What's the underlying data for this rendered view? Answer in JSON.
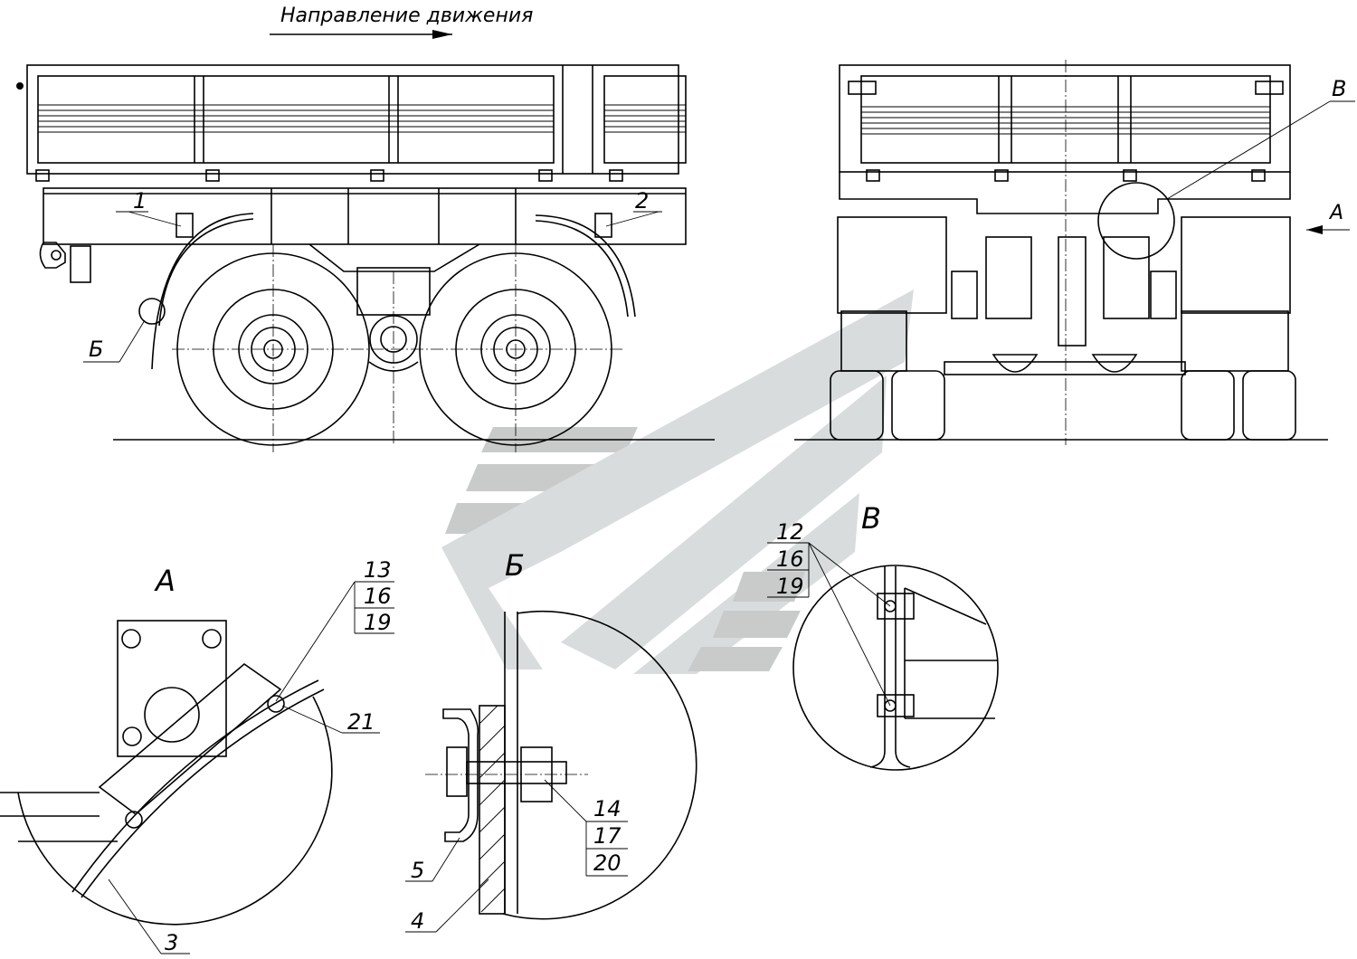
{
  "header": {
    "direction_label": "Направление движения"
  },
  "side_view": {
    "callouts": {
      "one": "1",
      "two": "2",
      "b": "Б"
    }
  },
  "rear_view": {
    "callouts": {
      "v": "В",
      "a": "А"
    }
  },
  "detail_a": {
    "title": "А",
    "callouts": [
      "13",
      "16",
      "19",
      "21",
      "3"
    ]
  },
  "detail_b": {
    "title": "Б",
    "callouts": [
      "14",
      "17",
      "20",
      "5",
      "4"
    ]
  },
  "detail_v": {
    "title": "В",
    "callouts": [
      "12",
      "16",
      "19"
    ]
  },
  "colors": {
    "line": "#000000",
    "watermark": "#c9cbcb",
    "background": "#ffffff"
  }
}
